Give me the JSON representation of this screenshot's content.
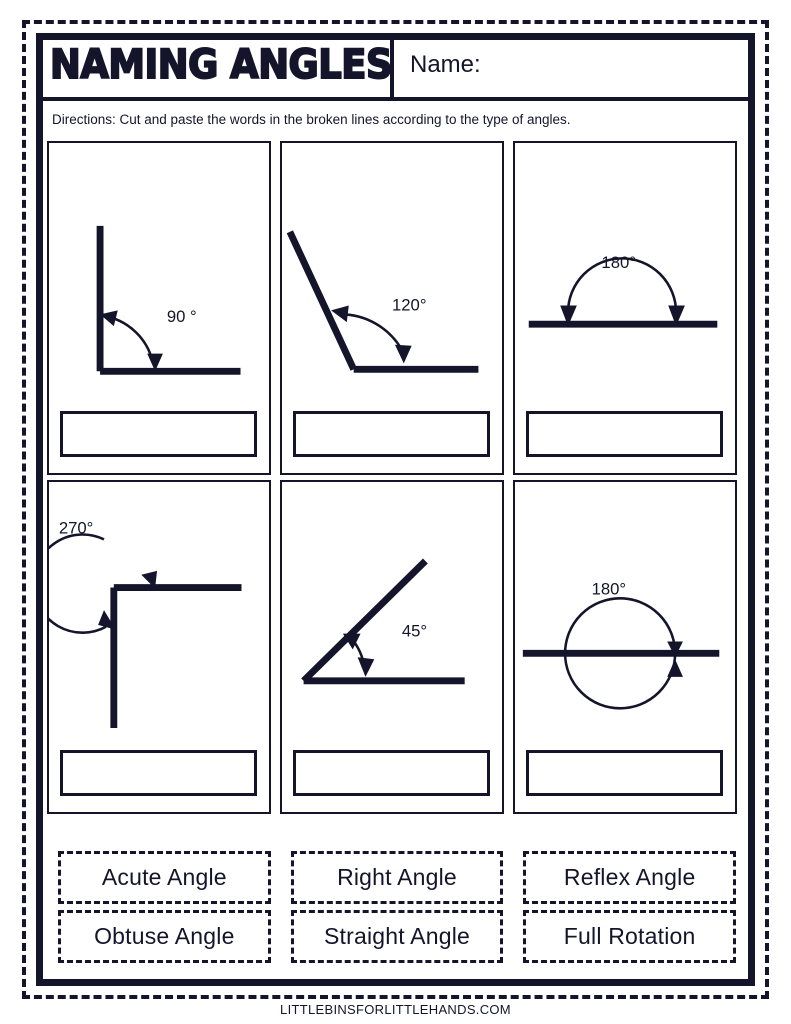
{
  "header": {
    "title": "NAMING ANGLES",
    "name_label": "Name:"
  },
  "directions": "Directions: Cut and paste the words in the broken lines according to the type of angles.",
  "problems": [
    {
      "id": "problem-1",
      "angle_label": "90 °",
      "degrees": 90,
      "figure": "right-angle",
      "answer": ""
    },
    {
      "id": "problem-2",
      "angle_label": "120°",
      "degrees": 120,
      "figure": "obtuse-angle",
      "answer": ""
    },
    {
      "id": "problem-3",
      "angle_label": "180°",
      "degrees": 180,
      "figure": "straight-angle",
      "answer": ""
    },
    {
      "id": "problem-4",
      "angle_label": "270°",
      "degrees": 270,
      "figure": "reflex-angle",
      "answer": ""
    },
    {
      "id": "problem-5",
      "angle_label": "45°",
      "degrees": 45,
      "figure": "acute-angle",
      "answer": ""
    },
    {
      "id": "problem-6",
      "angle_label": "180°",
      "degrees": 360,
      "figure": "full-rotation",
      "answer": ""
    }
  ],
  "word_bank": [
    {
      "label": "Acute Angle"
    },
    {
      "label": "Right Angle"
    },
    {
      "label": "Reflex Angle"
    },
    {
      "label": "Obtuse Angle"
    },
    {
      "label": "Straight Angle"
    },
    {
      "label": "Full Rotation"
    }
  ],
  "footer": {
    "site": "LITTLEBINSFORLITTLEHANDS.COM"
  },
  "colors": {
    "ink": "#14142b",
    "paper": "#ffffff"
  }
}
